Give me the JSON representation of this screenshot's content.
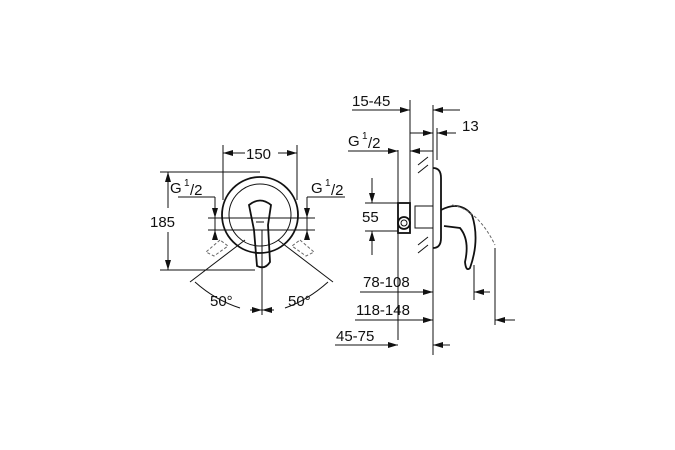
{
  "front_view": {
    "width": "150",
    "height": "185",
    "thread_left": {
      "g": "G",
      "num": "1",
      "den": "/2"
    },
    "thread_right": {
      "g": "G",
      "num": "1",
      "den": "/2"
    },
    "angle_left": "50°",
    "angle_right": "50°"
  },
  "side_view": {
    "depth_range": "15-45",
    "plate": "13",
    "thread": {
      "g": "G",
      "num": "1",
      "den": "/2"
    },
    "height": "55",
    "dim_1": "78-108",
    "dim_2": "118-148",
    "dim_3": "45-75"
  }
}
